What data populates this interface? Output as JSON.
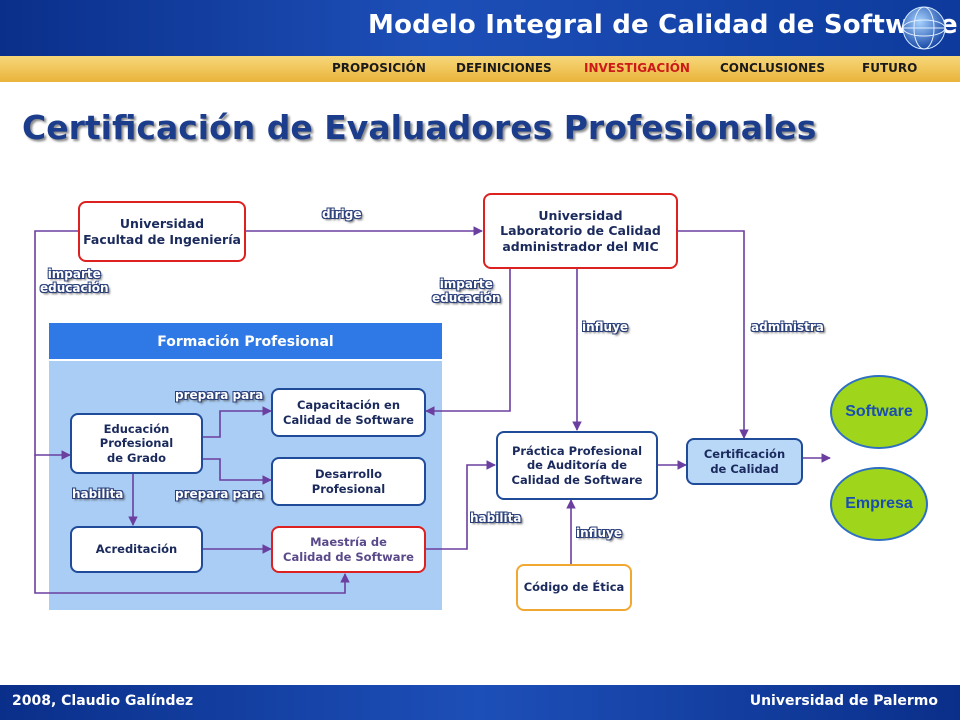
{
  "header": {
    "title": "Modelo Integral de Calidad de Software"
  },
  "nav": {
    "items": [
      "PROPOSICIÓN",
      "DEFINICIONES",
      "INVESTIGACIÓN",
      "CONCLUSIONES",
      "FUTURO"
    ],
    "active": "INVESTIGACIÓN"
  },
  "page": {
    "title": "Certificación de Evaluadores Profesionales"
  },
  "diagram": {
    "nodes": {
      "universidad_facultad": {
        "line1": "Universidad",
        "line2": "Facultad de Ingeniería"
      },
      "universidad_laboratorio": {
        "line1": "Universidad",
        "line2": "Laboratorio de Calidad",
        "line3": "administrador del  MIC"
      },
      "formacion_header": "Formación Profesional",
      "educacion": {
        "line1": "Educación",
        "line2": "Profesional",
        "line3": "de Grado"
      },
      "capacitacion": {
        "line1": "Capacitación en",
        "line2": "Calidad de Software"
      },
      "desarrollo": {
        "line1": "Desarrollo",
        "line2": "Profesional"
      },
      "acreditacion": "Acreditación",
      "maestria": {
        "line1": "Maestría de",
        "line2": "Calidad de Software"
      },
      "practica": {
        "line1": "Práctica Profesional",
        "line2": "de Auditoría de",
        "line3": "Calidad de Software"
      },
      "certificacion": {
        "line1": "Certificación",
        "line2": "de Calidad"
      },
      "codigo": "Código de Ética",
      "software": "Software",
      "empresa": "Empresa"
    },
    "edge_labels": {
      "dirige": "dirige",
      "imparte_1a": "imparte",
      "imparte_1b": "educación",
      "imparte_2a": "imparte",
      "imparte_2b": "educación",
      "influye_1": "influye",
      "administra": "administra",
      "prepara_1": "prepara para",
      "prepara_2": "prepara para",
      "habilita_1": "habilita",
      "habilita_2": "habilita",
      "influye_2": "influye"
    }
  },
  "footer": {
    "left": "2008, Claudio Galíndez",
    "right": "Universidad de Palermo"
  },
  "colors": {
    "header_blue": "#1d4fb8",
    "nav_gold": "#e9b43a",
    "active_red": "#cc1a1a",
    "panel_blue": "#a9cdf5",
    "panel_header": "#2e79e6",
    "box_border_red": "#dd2020",
    "box_border_blue": "#1f4b99",
    "box_border_orange": "#f0a830",
    "oval_green": "#9fd61c",
    "line_purple": "#6b3fa0"
  }
}
